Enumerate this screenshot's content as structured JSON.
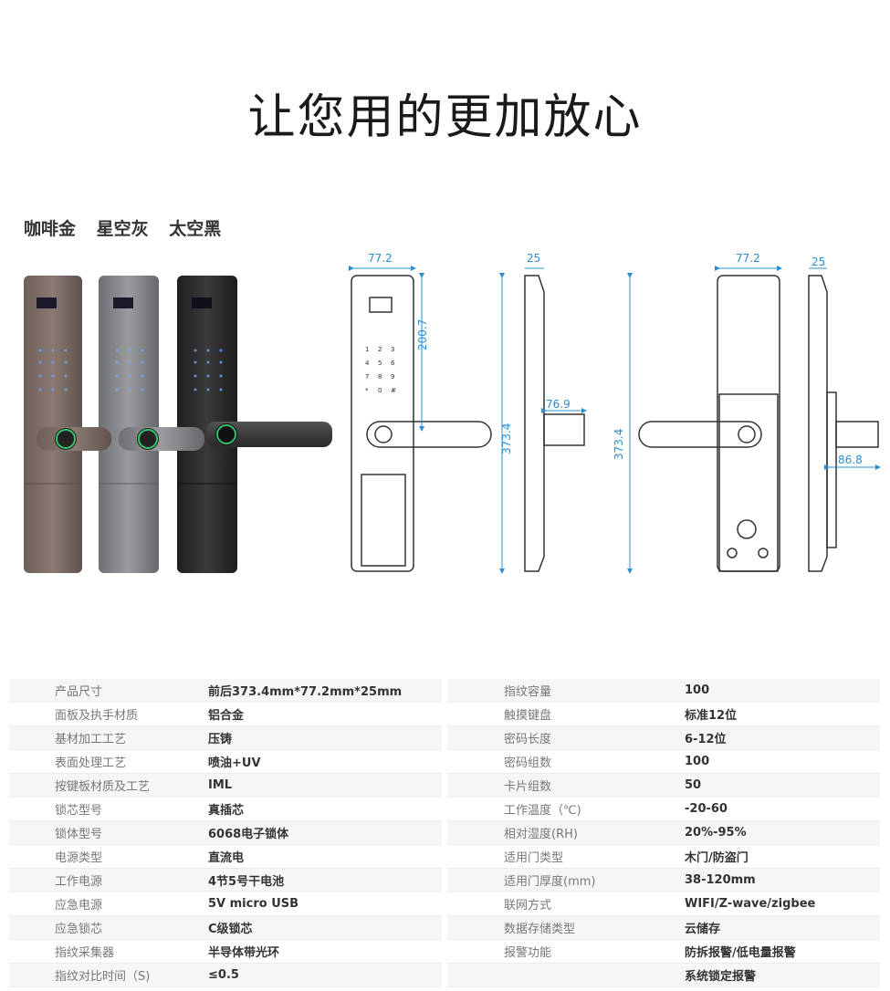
{
  "title": "让您用的更加放心",
  "colors": [
    "咖啡金",
    "星空灰",
    "太空黑"
  ],
  "dimensions": {
    "front_width": "77.2",
    "side_depth": "25",
    "keypad_height": "200.7",
    "total_height_front": "373.4",
    "spindle_front": "76.9",
    "back_width": "77.2",
    "back_depth": "25",
    "total_height_back": "373.4",
    "spindle_back": "86.8"
  },
  "specs_left": [
    {
      "key": "产品尺寸",
      "value": "前后373.4mm*77.2mm*25mm"
    },
    {
      "key": "面板及执手材质",
      "value": "铝合金"
    },
    {
      "key": "基材加工工艺",
      "value": "压铸"
    },
    {
      "key": "表面处理工艺",
      "value": "喷油+UV"
    },
    {
      "key": "按键板材质及工艺",
      "value": "IML"
    },
    {
      "key": "锁芯型号",
      "value": "真插芯"
    },
    {
      "key": "锁体型号",
      "value": "6068电子锁体"
    },
    {
      "key": "电源类型",
      "value": "直流电"
    },
    {
      "key": "工作电源",
      "value": "4节5号干电池"
    },
    {
      "key": "应急电源",
      "value": "5V micro USB"
    },
    {
      "key": "应急锁芯",
      "value": "C级锁芯"
    },
    {
      "key": "指纹采集器",
      "value": "半导体带光环"
    },
    {
      "key": "指纹对比时间（S)",
      "value": "≤0.5"
    }
  ],
  "specs_right": [
    {
      "key": "指纹容量",
      "value": "100"
    },
    {
      "key": "触摸键盘",
      "value": "标准12位"
    },
    {
      "key": "密码长度",
      "value": "6-12位"
    },
    {
      "key": "密码组数",
      "value": "100"
    },
    {
      "key": "卡片组数",
      "value": "50"
    },
    {
      "key": "工作温度（℃)",
      "value": "-20-60"
    },
    {
      "key": "相对湿度(RH)",
      "value": "20%-95%"
    },
    {
      "key": "适用门类型",
      "value": "木门/防盗门"
    },
    {
      "key": "适用门厚度(mm)",
      "value": "38-120mm"
    },
    {
      "key": "联网方式",
      "value": "WIFI/Z-wave/zigbee"
    },
    {
      "key": "数据存储类型",
      "value": "云储存"
    },
    {
      "key": "报警功能",
      "value": "防拆报警/低电量报警"
    },
    {
      "key": "",
      "value": "系统锁定报警"
    }
  ],
  "colors_hex": {
    "coffee_gold": "#7a6a62",
    "star_grey": "#808185",
    "space_black": "#2b2b2d",
    "dimension_blue": "#2a8fd0",
    "fingerprint_ring": "#35c06a"
  }
}
